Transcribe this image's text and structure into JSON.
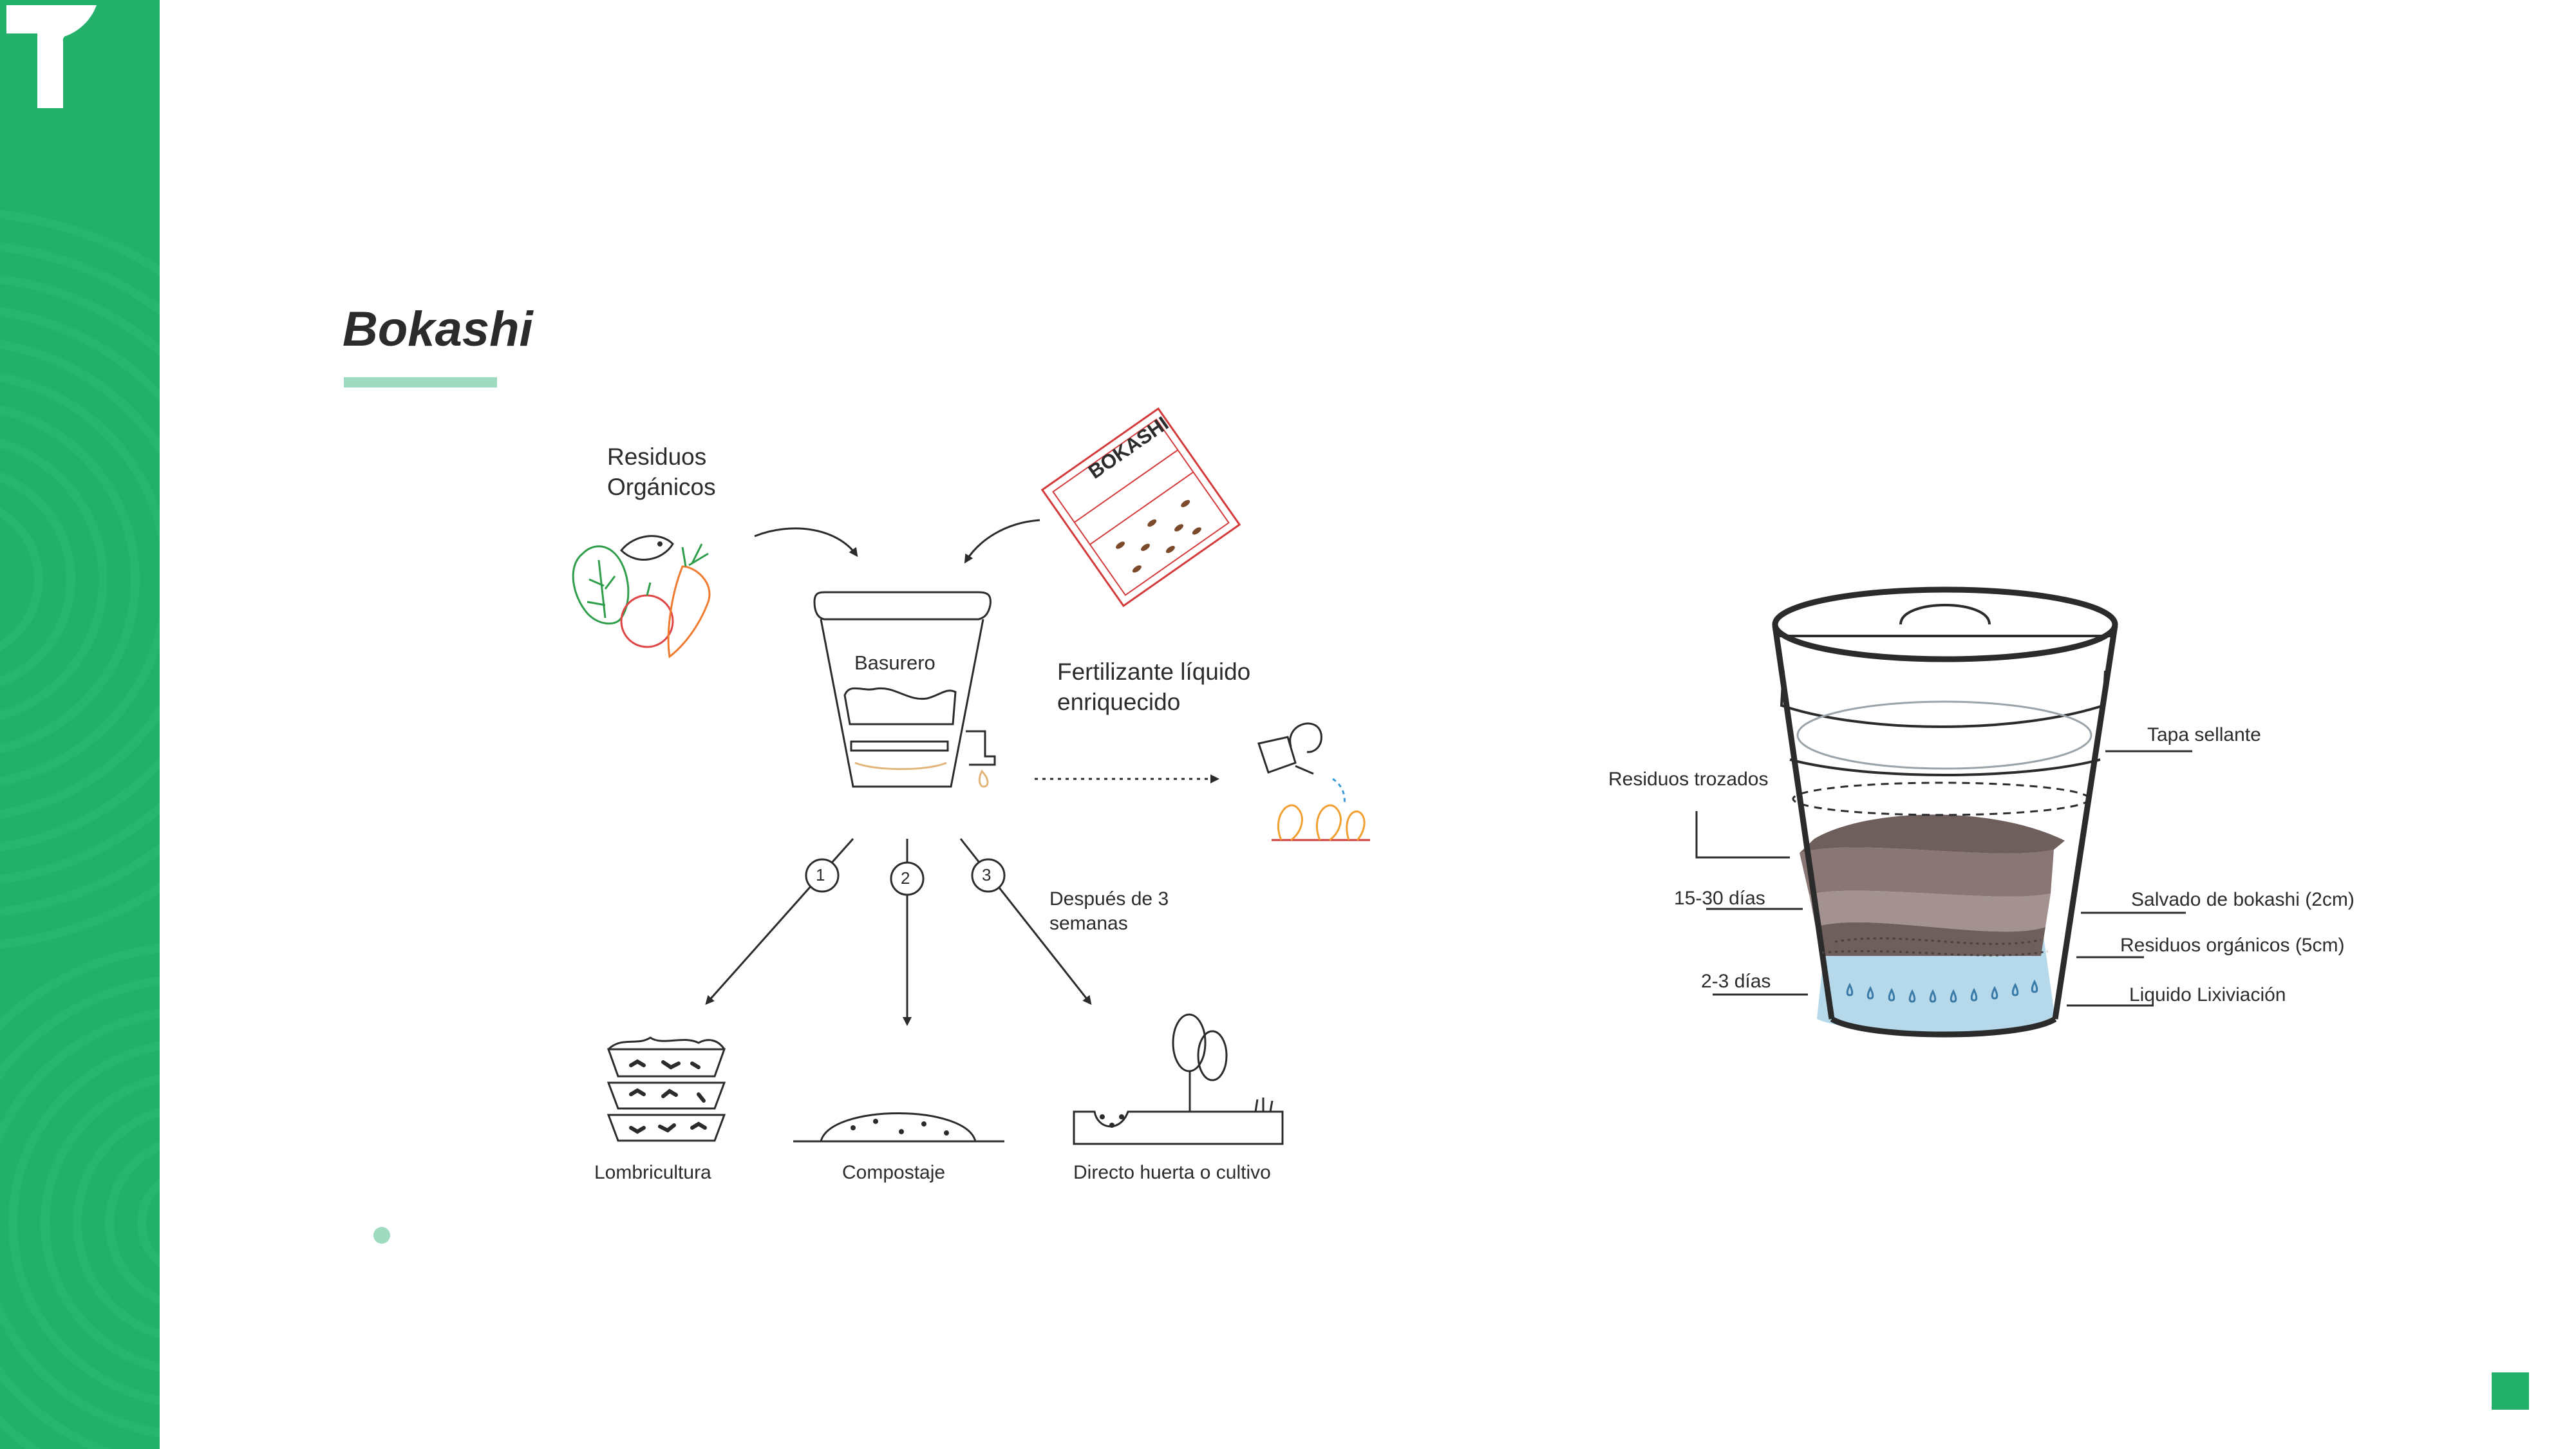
{
  "brand": {
    "logo_icon": "t-leaf-logo-icon",
    "accent": "#22b06a",
    "accent_light": "#9edbc1"
  },
  "page": {
    "title": "Bokashi"
  },
  "process": {
    "organic_waste_label": "Residuos\nOrgánicos",
    "bag_label": "BOKASHI",
    "bin_label": "Basurero",
    "liquid_label": "Fertilizante líquido\nenriquecido",
    "steps": [
      "1",
      "2",
      "3"
    ],
    "after_label": "Después de 3\nsemanas",
    "outcomes": [
      "Lombricultura",
      "Compostaje",
      "Directo huerta o cultivo"
    ]
  },
  "bucket": {
    "tapa": "Tapa sellante",
    "residuos_trozados": "Residuos trozados",
    "dias_15_30": "15-30 días",
    "salvado": "Salvado de bokashi (2cm)",
    "residuos_organicos": "Residuos orgánicos (5cm)",
    "dias_2_3": "2-3 días",
    "liquido": "Liquido Lixiviación"
  }
}
